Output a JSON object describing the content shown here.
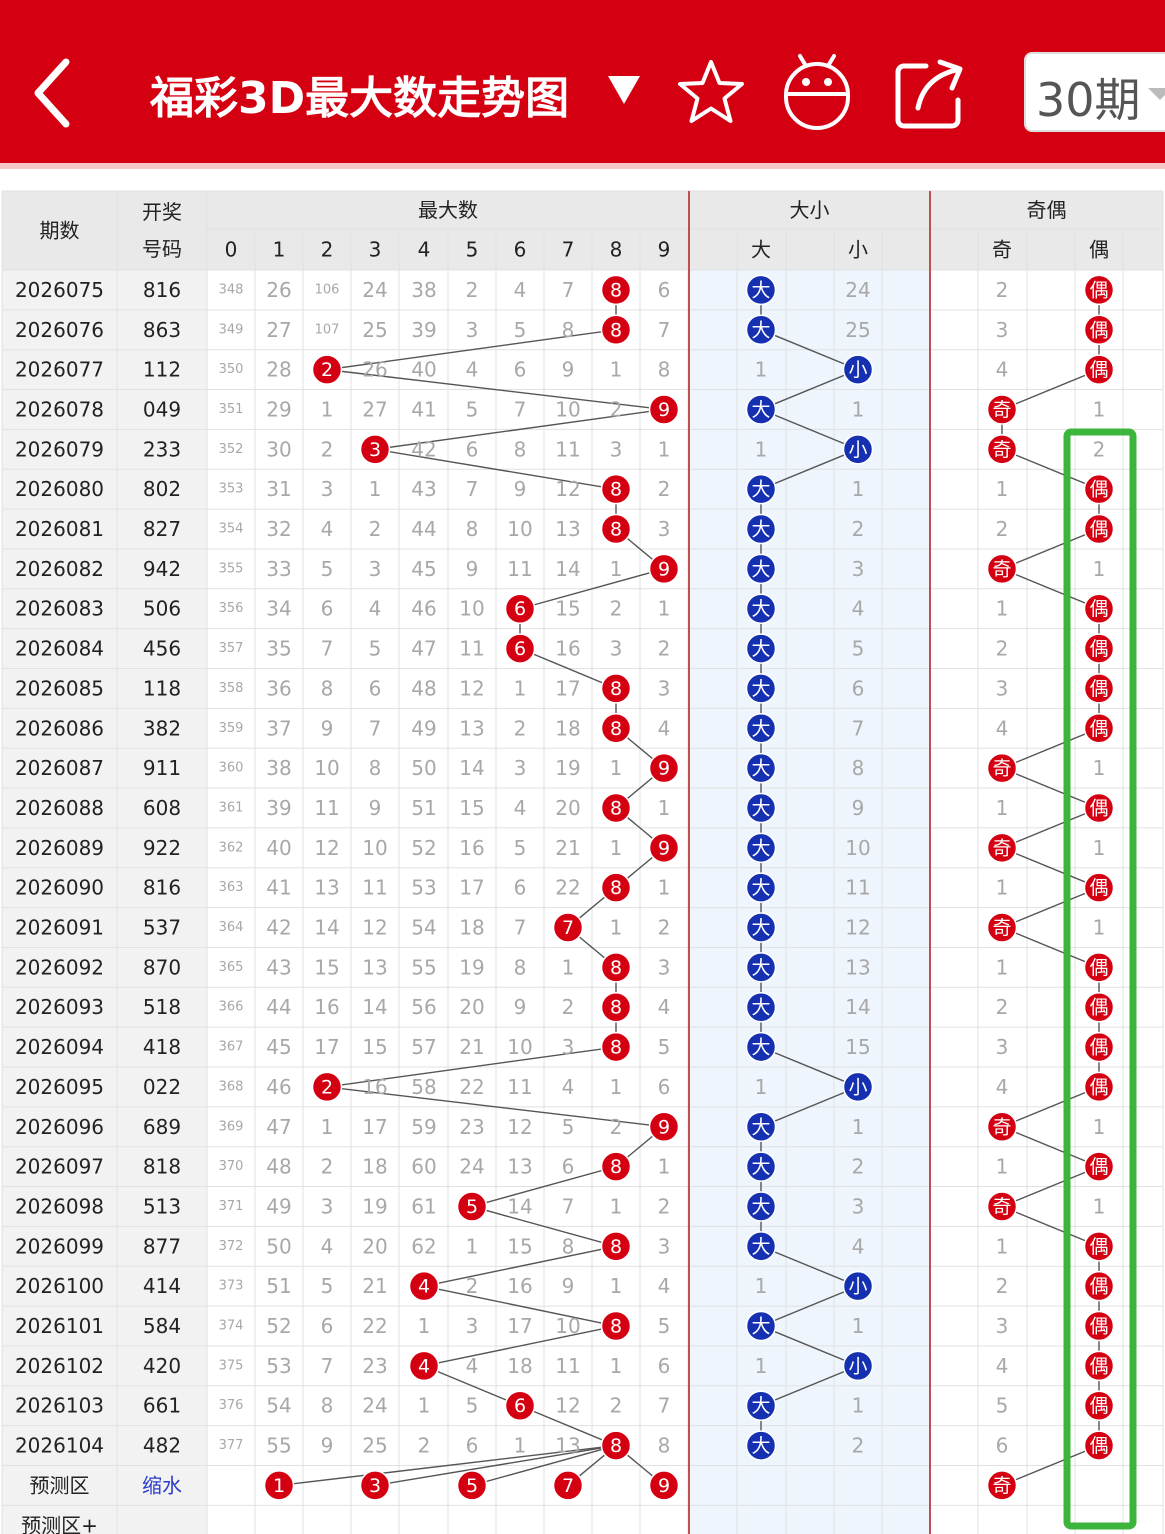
{
  "header": {
    "title": "福彩3D最大数走势图",
    "period_selector": "30期",
    "icons": [
      "chevron-left-icon",
      "caret-down-icon",
      "star-icon",
      "robot-icon",
      "share-icon"
    ],
    "bg_color": "#d40012"
  },
  "table": {
    "col_issue": "期数",
    "col_draw_top": "开奖",
    "col_draw_bottom": "号码",
    "group_max": "最大数",
    "group_size": "大小",
    "group_parity": "奇偶",
    "digit_headers": [
      "0",
      "1",
      "2",
      "3",
      "4",
      "5",
      "6",
      "7",
      "8",
      "9"
    ],
    "size_headers": [
      "大",
      "小"
    ],
    "parity_headers": [
      "奇",
      "偶"
    ],
    "ball_colors": {
      "max": "#d40012",
      "size": "#1530b0",
      "parity": "#d40012"
    },
    "rows": [
      {
        "issue": "2026075",
        "draw": "816",
        "max": [
          348,
          26,
          106,
          24,
          38,
          2,
          4,
          7,
          "8",
          6
        ],
        "size": [
          "大",
          24
        ],
        "parity": [
          2,
          "偶"
        ]
      },
      {
        "issue": "2026076",
        "draw": "863",
        "max": [
          349,
          27,
          107,
          25,
          39,
          3,
          5,
          8,
          "8",
          7
        ],
        "size": [
          "大",
          25
        ],
        "parity": [
          3,
          "偶"
        ]
      },
      {
        "issue": "2026077",
        "draw": "112",
        "max": [
          350,
          28,
          "2",
          26,
          40,
          4,
          6,
          9,
          1,
          8
        ],
        "size": [
          1,
          "小"
        ],
        "parity": [
          4,
          "偶"
        ]
      },
      {
        "issue": "2026078",
        "draw": "049",
        "max": [
          351,
          29,
          1,
          27,
          41,
          5,
          7,
          10,
          2,
          "9"
        ],
        "size": [
          "大",
          1
        ],
        "parity": [
          "奇",
          1
        ]
      },
      {
        "issue": "2026079",
        "draw": "233",
        "max": [
          352,
          30,
          2,
          "3",
          42,
          6,
          8,
          11,
          3,
          1
        ],
        "size": [
          1,
          "小"
        ],
        "parity": [
          "奇",
          2
        ]
      },
      {
        "issue": "2026080",
        "draw": "802",
        "max": [
          353,
          31,
          3,
          1,
          43,
          7,
          9,
          12,
          "8",
          2
        ],
        "size": [
          "大",
          1
        ],
        "parity": [
          1,
          "偶"
        ]
      },
      {
        "issue": "2026081",
        "draw": "827",
        "max": [
          354,
          32,
          4,
          2,
          44,
          8,
          10,
          13,
          "8",
          3
        ],
        "size": [
          "大",
          2
        ],
        "parity": [
          2,
          "偶"
        ]
      },
      {
        "issue": "2026082",
        "draw": "942",
        "max": [
          355,
          33,
          5,
          3,
          45,
          9,
          11,
          14,
          1,
          "9"
        ],
        "size": [
          "大",
          3
        ],
        "parity": [
          "奇",
          1
        ]
      },
      {
        "issue": "2026083",
        "draw": "506",
        "max": [
          356,
          34,
          6,
          4,
          46,
          10,
          "6",
          15,
          2,
          1
        ],
        "size": [
          "大",
          4
        ],
        "parity": [
          1,
          "偶"
        ]
      },
      {
        "issue": "2026084",
        "draw": "456",
        "max": [
          357,
          35,
          7,
          5,
          47,
          11,
          "6",
          16,
          3,
          2
        ],
        "size": [
          "大",
          5
        ],
        "parity": [
          2,
          "偶"
        ]
      },
      {
        "issue": "2026085",
        "draw": "118",
        "max": [
          358,
          36,
          8,
          6,
          48,
          12,
          1,
          17,
          "8",
          3
        ],
        "size": [
          "大",
          6
        ],
        "parity": [
          3,
          "偶"
        ]
      },
      {
        "issue": "2026086",
        "draw": "382",
        "max": [
          359,
          37,
          9,
          7,
          49,
          13,
          2,
          18,
          "8",
          4
        ],
        "size": [
          "大",
          7
        ],
        "parity": [
          4,
          "偶"
        ]
      },
      {
        "issue": "2026087",
        "draw": "911",
        "max": [
          360,
          38,
          10,
          8,
          50,
          14,
          3,
          19,
          1,
          "9"
        ],
        "size": [
          "大",
          8
        ],
        "parity": [
          "奇",
          1
        ]
      },
      {
        "issue": "2026088",
        "draw": "608",
        "max": [
          361,
          39,
          11,
          9,
          51,
          15,
          4,
          20,
          "8",
          1
        ],
        "size": [
          "大",
          9
        ],
        "parity": [
          1,
          "偶"
        ]
      },
      {
        "issue": "2026089",
        "draw": "922",
        "max": [
          362,
          40,
          12,
          10,
          52,
          16,
          5,
          21,
          1,
          "9"
        ],
        "size": [
          "大",
          10
        ],
        "parity": [
          "奇",
          1
        ]
      },
      {
        "issue": "2026090",
        "draw": "816",
        "max": [
          363,
          41,
          13,
          11,
          53,
          17,
          6,
          22,
          "8",
          1
        ],
        "size": [
          "大",
          11
        ],
        "parity": [
          1,
          "偶"
        ]
      },
      {
        "issue": "2026091",
        "draw": "537",
        "max": [
          364,
          42,
          14,
          12,
          54,
          18,
          7,
          "7",
          1,
          2
        ],
        "size": [
          "大",
          12
        ],
        "parity": [
          "奇",
          1
        ]
      },
      {
        "issue": "2026092",
        "draw": "870",
        "max": [
          365,
          43,
          15,
          13,
          55,
          19,
          8,
          1,
          "8",
          3
        ],
        "size": [
          "大",
          13
        ],
        "parity": [
          1,
          "偶"
        ]
      },
      {
        "issue": "2026093",
        "draw": "518",
        "max": [
          366,
          44,
          16,
          14,
          56,
          20,
          9,
          2,
          "8",
          4
        ],
        "size": [
          "大",
          14
        ],
        "parity": [
          2,
          "偶"
        ]
      },
      {
        "issue": "2026094",
        "draw": "418",
        "max": [
          367,
          45,
          17,
          15,
          57,
          21,
          10,
          3,
          "8",
          5
        ],
        "size": [
          "大",
          15
        ],
        "parity": [
          3,
          "偶"
        ]
      },
      {
        "issue": "2026095",
        "draw": "022",
        "max": [
          368,
          46,
          "2",
          16,
          58,
          22,
          11,
          4,
          1,
          6
        ],
        "size": [
          1,
          "小"
        ],
        "parity": [
          4,
          "偶"
        ]
      },
      {
        "issue": "2026096",
        "draw": "689",
        "max": [
          369,
          47,
          1,
          17,
          59,
          23,
          12,
          5,
          2,
          "9"
        ],
        "size": [
          "大",
          1
        ],
        "parity": [
          "奇",
          1
        ]
      },
      {
        "issue": "2026097",
        "draw": "818",
        "max": [
          370,
          48,
          2,
          18,
          60,
          24,
          13,
          6,
          "8",
          1
        ],
        "size": [
          "大",
          2
        ],
        "parity": [
          1,
          "偶"
        ]
      },
      {
        "issue": "2026098",
        "draw": "513",
        "max": [
          371,
          49,
          3,
          19,
          61,
          "5",
          14,
          7,
          1,
          2
        ],
        "size": [
          "大",
          3
        ],
        "parity": [
          "奇",
          1
        ]
      },
      {
        "issue": "2026099",
        "draw": "877",
        "max": [
          372,
          50,
          4,
          20,
          62,
          1,
          15,
          8,
          "8",
          3
        ],
        "size": [
          "大",
          4
        ],
        "parity": [
          1,
          "偶"
        ]
      },
      {
        "issue": "2026100",
        "draw": "414",
        "max": [
          373,
          51,
          5,
          21,
          "4",
          2,
          16,
          9,
          1,
          4
        ],
        "size": [
          1,
          "小"
        ],
        "parity": [
          2,
          "偶"
        ]
      },
      {
        "issue": "2026101",
        "draw": "584",
        "max": [
          374,
          52,
          6,
          22,
          1,
          3,
          17,
          10,
          "8",
          5
        ],
        "size": [
          "大",
          1
        ],
        "parity": [
          3,
          "偶"
        ]
      },
      {
        "issue": "2026102",
        "draw": "420",
        "max": [
          375,
          53,
          7,
          23,
          "4",
          4,
          18,
          11,
          1,
          6
        ],
        "size": [
          1,
          "小"
        ],
        "parity": [
          4,
          "偶"
        ]
      },
      {
        "issue": "2026103",
        "draw": "661",
        "max": [
          376,
          54,
          8,
          24,
          1,
          5,
          "6",
          12,
          2,
          7
        ],
        "size": [
          "大",
          1
        ],
        "parity": [
          5,
          "偶"
        ]
      },
      {
        "issue": "2026104",
        "draw": "482",
        "max": [
          377,
          55,
          9,
          25,
          2,
          6,
          1,
          13,
          "8",
          8
        ],
        "size": [
          "大",
          2
        ],
        "parity": [
          6,
          "偶"
        ]
      }
    ],
    "forecast": {
      "label": "预测区",
      "link": "缩水",
      "max_balls": [
        "1",
        "3",
        "5",
        "7",
        "9"
      ],
      "parity_ball": "奇"
    },
    "forecast_plus_label": "预测区+"
  },
  "highlight_color": "#3cb53c"
}
